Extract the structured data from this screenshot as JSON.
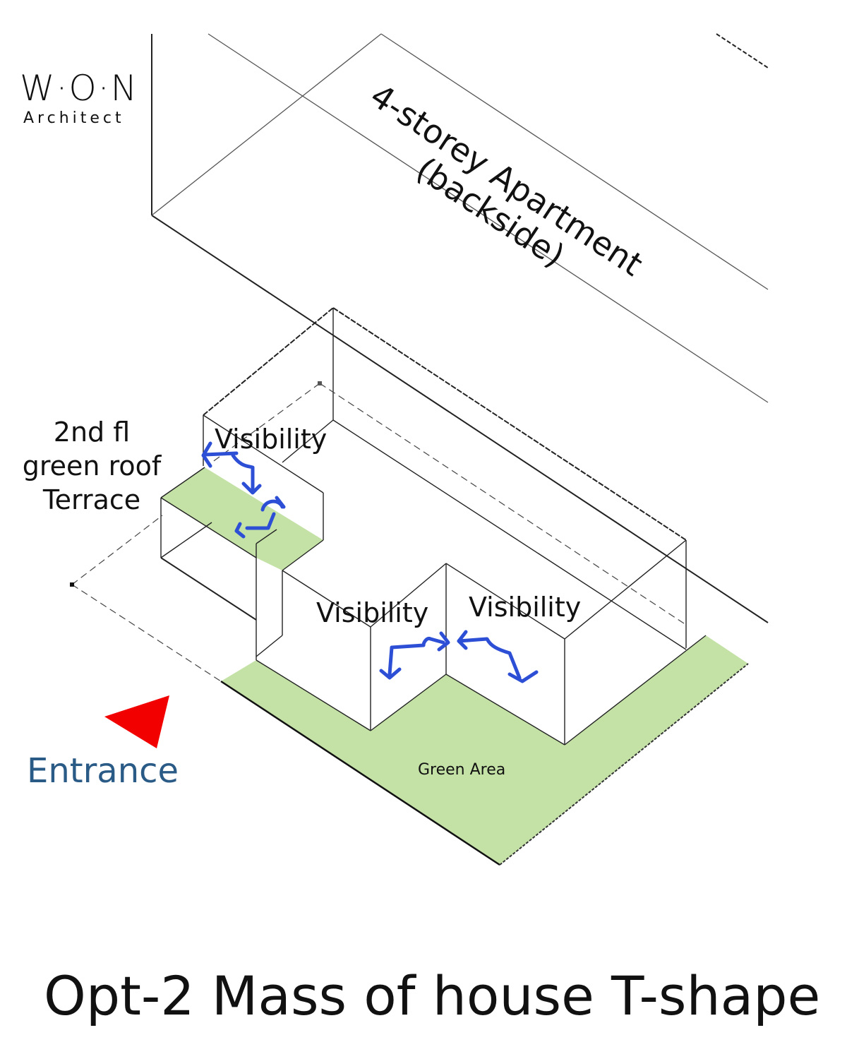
{
  "logo": {
    "main": "W·O·N",
    "sub": "Architect"
  },
  "labels": {
    "apartment_line1": "4-storey Apartment",
    "apartment_line2": "(backside)",
    "terrace_lines": [
      "2nd fl",
      "green roof",
      "Terrace"
    ],
    "visibility": [
      "Visibility",
      "Visibility",
      "Visibility"
    ],
    "green_area": "Green Area",
    "entrance": "Entrance"
  },
  "title": "Opt-2 Mass of house T-shape",
  "colors": {
    "green": "#c4e2a6",
    "arrow": "#2d4fd6",
    "entrance_arrow": "#f20000",
    "entrance_text": "#2a5a86"
  }
}
